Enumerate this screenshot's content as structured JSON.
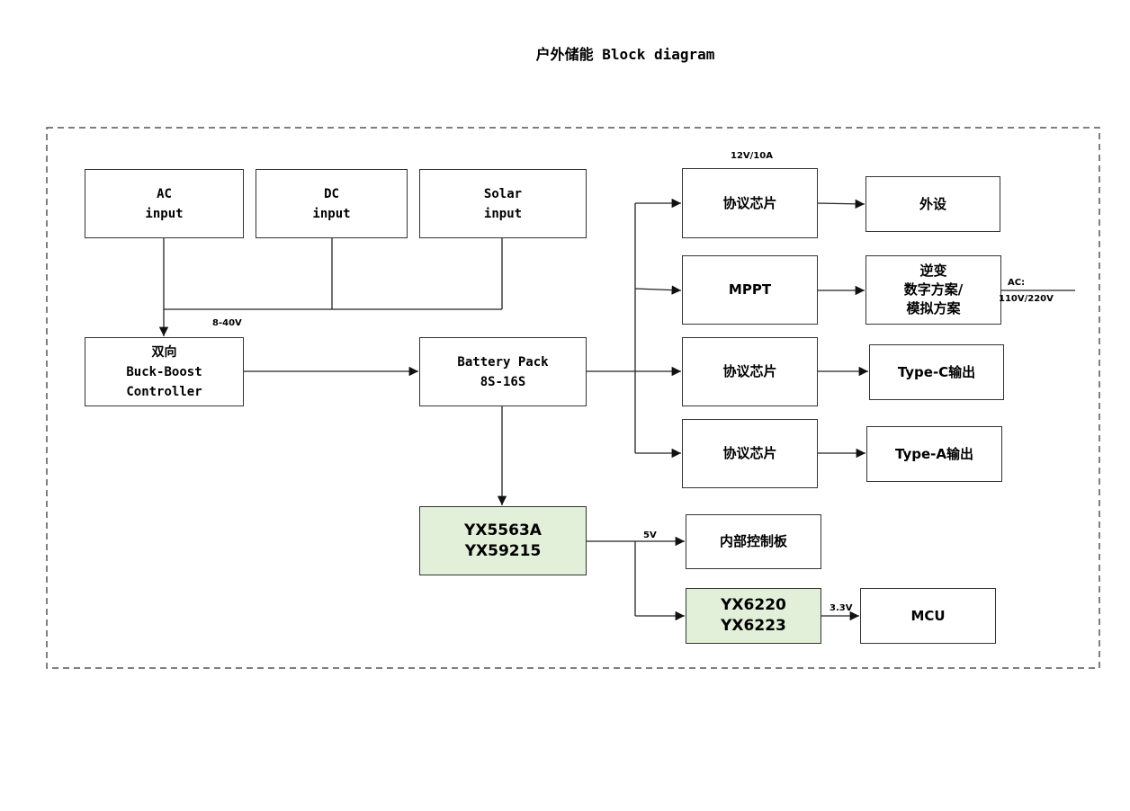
{
  "title": "户外储能 Block diagram",
  "nodes": {
    "ac_input": [
      "AC",
      "input"
    ],
    "dc_input": [
      "DC",
      "input"
    ],
    "solar_input": [
      "Solar",
      "input"
    ],
    "buck_boost": [
      "双向",
      "Buck-Boost",
      "Controller"
    ],
    "battery_pack": [
      "Battery Pack",
      "8S-16S"
    ],
    "yx5563": [
      "YX5563A",
      "YX59215"
    ],
    "protocol_1": [
      "协议芯片"
    ],
    "peripheral": [
      "外设"
    ],
    "mppt": [
      "MPPT"
    ],
    "inverter": [
      "逆变",
      "数字方案/",
      "模拟方案"
    ],
    "protocol_2": [
      "协议芯片"
    ],
    "typec_out": [
      "Type-C输出"
    ],
    "protocol_3": [
      "协议芯片"
    ],
    "typea_out": [
      "Type-A输出"
    ],
    "internal_board": [
      "内部控制板"
    ],
    "yx6220": [
      "YX6220",
      "YX6223"
    ],
    "mcu": [
      "MCU"
    ]
  },
  "labels": {
    "v_8_40": "8-40V",
    "v_12_10a": "12V/10A",
    "ac_out_1": "AC:",
    "ac_out_2": "110V/220V",
    "v_5": "5V",
    "v_3_3": "3.3V"
  },
  "colors": {
    "green_fill": "#e2efd9",
    "line": "#333333"
  }
}
